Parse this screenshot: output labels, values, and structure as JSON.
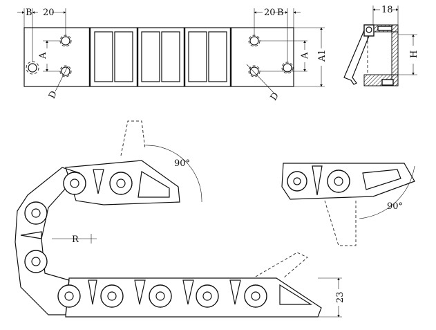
{
  "top_view": {
    "left_dims": {
      "b": "B",
      "pitch": "20",
      "a": "A",
      "d": "D"
    },
    "right_dims": {
      "pitch": "20",
      "b": "B",
      "a": "A",
      "a1": "A1",
      "d": "D"
    }
  },
  "section_view": {
    "width": "18",
    "height": "H"
  },
  "chain_view": {
    "angle_left": "90°",
    "radius": "R",
    "height": "23"
  },
  "detail_view": {
    "angle": "90°"
  }
}
